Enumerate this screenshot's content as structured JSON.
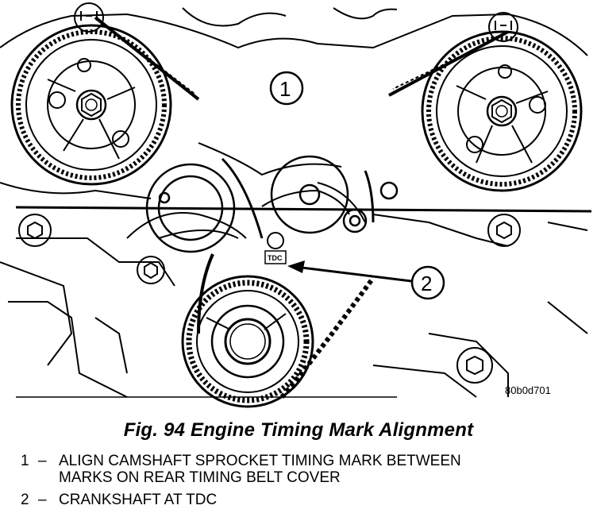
{
  "figure": {
    "callout_1": "1",
    "callout_2": "2",
    "crank_mark_label": "TDC",
    "drawing_code": "80b0d701"
  },
  "caption": "Fig. 94 Engine Timing Mark Alignment",
  "legend": [
    {
      "number": "1",
      "dash": "–",
      "line1": "ALIGN CAMSHAFT SPROCKET TIMING MARK BETWEEN",
      "line2": "MARKS ON REAR TIMING BELT COVER"
    },
    {
      "number": "2",
      "dash": "–",
      "line1": "CRANKSHAFT AT TDC",
      "line2": ""
    }
  ]
}
